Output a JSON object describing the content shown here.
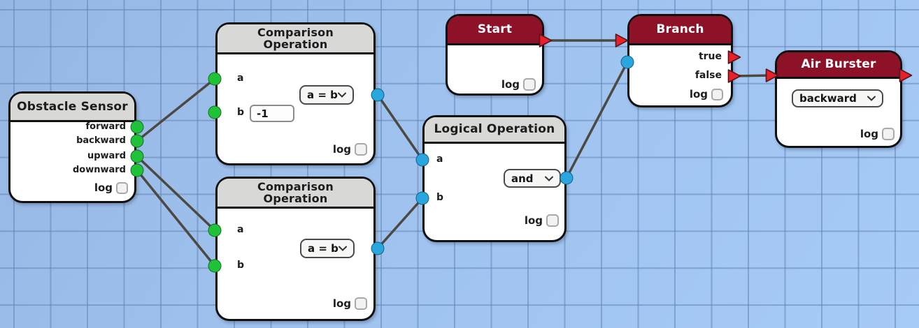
{
  "canvas": {
    "background_color": "#9fc2ee",
    "grid_line_color": "#6e8ab8",
    "wire_color": "#4c4943",
    "data_port_color": "#1fc238",
    "value_port_color": "#2aa6df",
    "exec_port_color": "#e8202c",
    "exec_header_color": "#8e1227",
    "data_header_color": "#d8d8d6"
  },
  "nodes": {
    "obstacle_sensor": {
      "title": "Obstacle Sensor",
      "outputs": [
        "forward",
        "backward",
        "upward",
        "downward"
      ],
      "log_label": "log"
    },
    "comparison_top": {
      "title": [
        "Comparison",
        "Operation"
      ],
      "input_a_label": "a",
      "input_b_label": "b",
      "operator_value": "a = b",
      "b_field_value": "-1",
      "log_label": "log"
    },
    "comparison_bottom": {
      "title": [
        "Comparison",
        "Operation"
      ],
      "input_a_label": "a",
      "input_b_label": "b",
      "operator_value": "a = b",
      "log_label": "log"
    },
    "logical_operation": {
      "title": "Logical Operation",
      "input_a_label": "a",
      "input_b_label": "b",
      "operator_value": "and",
      "log_label": "log"
    },
    "start": {
      "title": "Start",
      "log_label": "log"
    },
    "branch": {
      "title": "Branch",
      "output_true_label": "true",
      "output_false_label": "false",
      "log_label": "log"
    },
    "air_burster": {
      "title": "Air Burster",
      "direction_value": "backward",
      "log_label": "log"
    }
  },
  "connections": [
    {
      "from": "obstacle_sensor.backward",
      "to": "comparison_top.a"
    },
    {
      "from": "obstacle_sensor.upward",
      "to": "comparison_bottom.a"
    },
    {
      "from": "obstacle_sensor.downward",
      "to": "comparison_bottom.b"
    },
    {
      "from": "comparison_top.result",
      "to": "logical_operation.a"
    },
    {
      "from": "comparison_bottom.result",
      "to": "logical_operation.b"
    },
    {
      "from": "logical_operation.result",
      "to": "branch.condition"
    },
    {
      "from": "start.exec_out",
      "to": "branch.exec_in"
    },
    {
      "from": "branch.false",
      "to": "air_burster.exec_in"
    }
  ]
}
